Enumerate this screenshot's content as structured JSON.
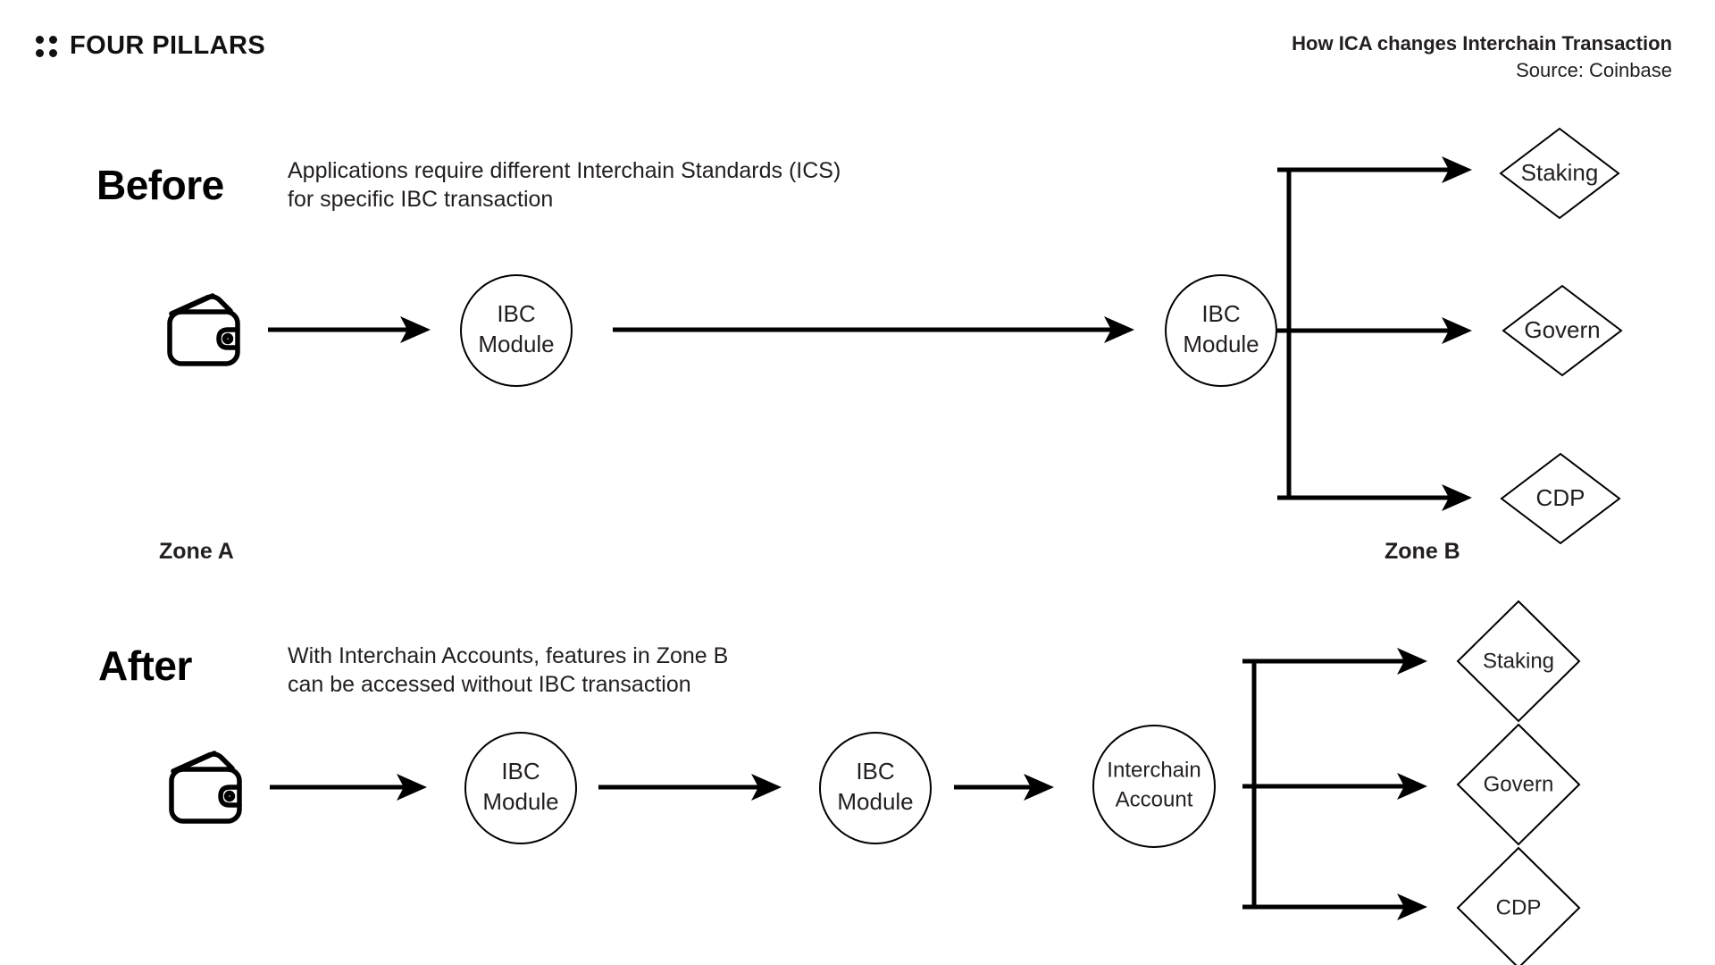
{
  "brand": {
    "wordmark": "FOUR PILLARS",
    "logo_icon": "four-dots-grid-icon"
  },
  "header": {
    "title": "How ICA changes Interchain Transaction",
    "source": "Source: Coinbase"
  },
  "sections": {
    "before": {
      "heading": "Before",
      "description_line1": "Applications require different Interchain Standards (ICS)",
      "description_line2": "for specific IBC transaction",
      "zone_left_label": "Zone A",
      "zone_right_label": "Zone B",
      "nodes": {
        "wallet_icon": "wallet-icon",
        "module_a_line1": "IBC",
        "module_a_line2": "Module",
        "module_b_line1": "IBC",
        "module_b_line2": "Module"
      },
      "targets": [
        {
          "label": "Staking"
        },
        {
          "label": "Govern"
        },
        {
          "label": "CDP"
        }
      ]
    },
    "after": {
      "heading": "After",
      "description_line1": "With Interchain Accounts, features in Zone B",
      "description_line2": "can be accessed without IBC transaction",
      "nodes": {
        "wallet_icon": "wallet-icon",
        "module_a_line1": "IBC",
        "module_a_line2": "Module",
        "module_b_line1": "IBC",
        "module_b_line2": "Module",
        "ica_line1": "Interchain",
        "ica_line2": "Account"
      },
      "targets": [
        {
          "label": "Staking"
        },
        {
          "label": "Govern"
        },
        {
          "label": "CDP"
        }
      ]
    }
  },
  "colors": {
    "background": "#ffffff",
    "ink": "#231f20",
    "stroke": "#000000",
    "logo": "#111111"
  }
}
